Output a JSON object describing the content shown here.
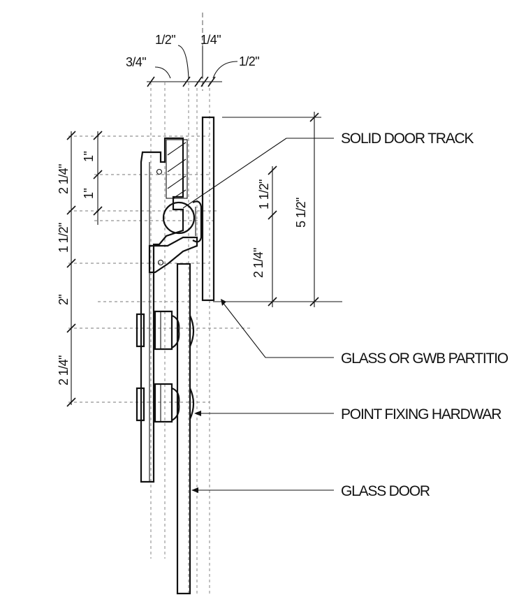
{
  "callouts": {
    "solid_door_track": "SOLID DOOR TRACK",
    "glass_partition": "GLASS OR GWB PARTITIO",
    "point_fixing": "POINT FIXING HARDWAR",
    "glass_door": "GLASS DOOR"
  },
  "top_dims": {
    "d_three_quarter": "3/4\"",
    "d_half_left": "1/2\"",
    "d_quarter": "1/4\"",
    "d_half_right": "1/2\""
  },
  "left_dims": {
    "outer_2_1_4_top": "2 1/4\"",
    "inner_1_top": "1\"",
    "inner_1_bottom": "1\"",
    "outer_1_1_2": "1 1/2\"",
    "outer_2": "2\"",
    "outer_2_1_4_bottom": "2 1/4\""
  },
  "right_dims": {
    "inner_1_1_2": "1 1/2\"",
    "inner_2_1_4": "2 1/4\"",
    "outer_5_1_2": "5 1/2\""
  }
}
